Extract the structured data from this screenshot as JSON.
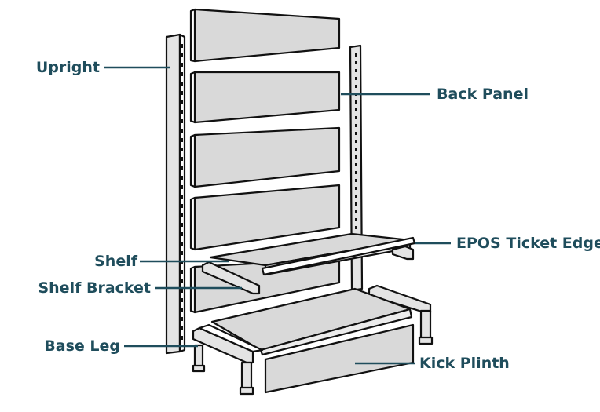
{
  "colors": {
    "label": "#1f4d5c",
    "panel": "#d9d9d9",
    "metal": "#e4e4e4",
    "outline": "#111111"
  },
  "labels": {
    "upright": "Upright",
    "back_panel": "Back Panel",
    "epos_ticket_edge": "EPOS Ticket Edge",
    "shelf": "Shelf",
    "shelf_bracket": "Shelf Bracket",
    "base_leg": "Base Leg",
    "kick_plinth": "Kick Plinth"
  }
}
